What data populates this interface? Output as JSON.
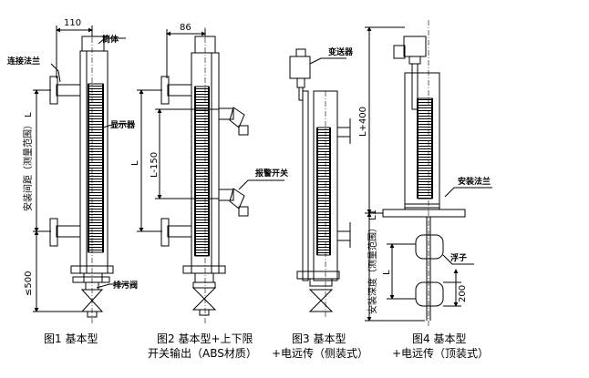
{
  "figures": [
    {
      "caption": "图1 基本型",
      "dims": {
        "width": "110",
        "span": "安装间距（测量范围） L",
        "bottom": "≤500"
      },
      "labels": {
        "body": "筒体",
        "flange": "连接法兰",
        "indicator": "显示器",
        "drain": "排污阀"
      }
    },
    {
      "caption": "图2 基本型+上下限",
      "caption2": "开关输出（ABS材质）",
      "dims": {
        "width": "86",
        "outer": "L",
        "inner": "L-150"
      },
      "labels": {
        "switch": "报警开关"
      }
    },
    {
      "caption": "图3 基本型",
      "caption2": "+电远传（侧装式）",
      "labels": {
        "transmitter": "变送器"
      }
    },
    {
      "caption": "图4 基本型",
      "caption2": "+电远传（顶装式）",
      "dims": {
        "height": "L+400",
        "span": "安装深度（测量范围） L1",
        "mid": "L",
        "float": "200"
      },
      "labels": {
        "flange": "安装法兰",
        "float": "浮子"
      }
    }
  ]
}
